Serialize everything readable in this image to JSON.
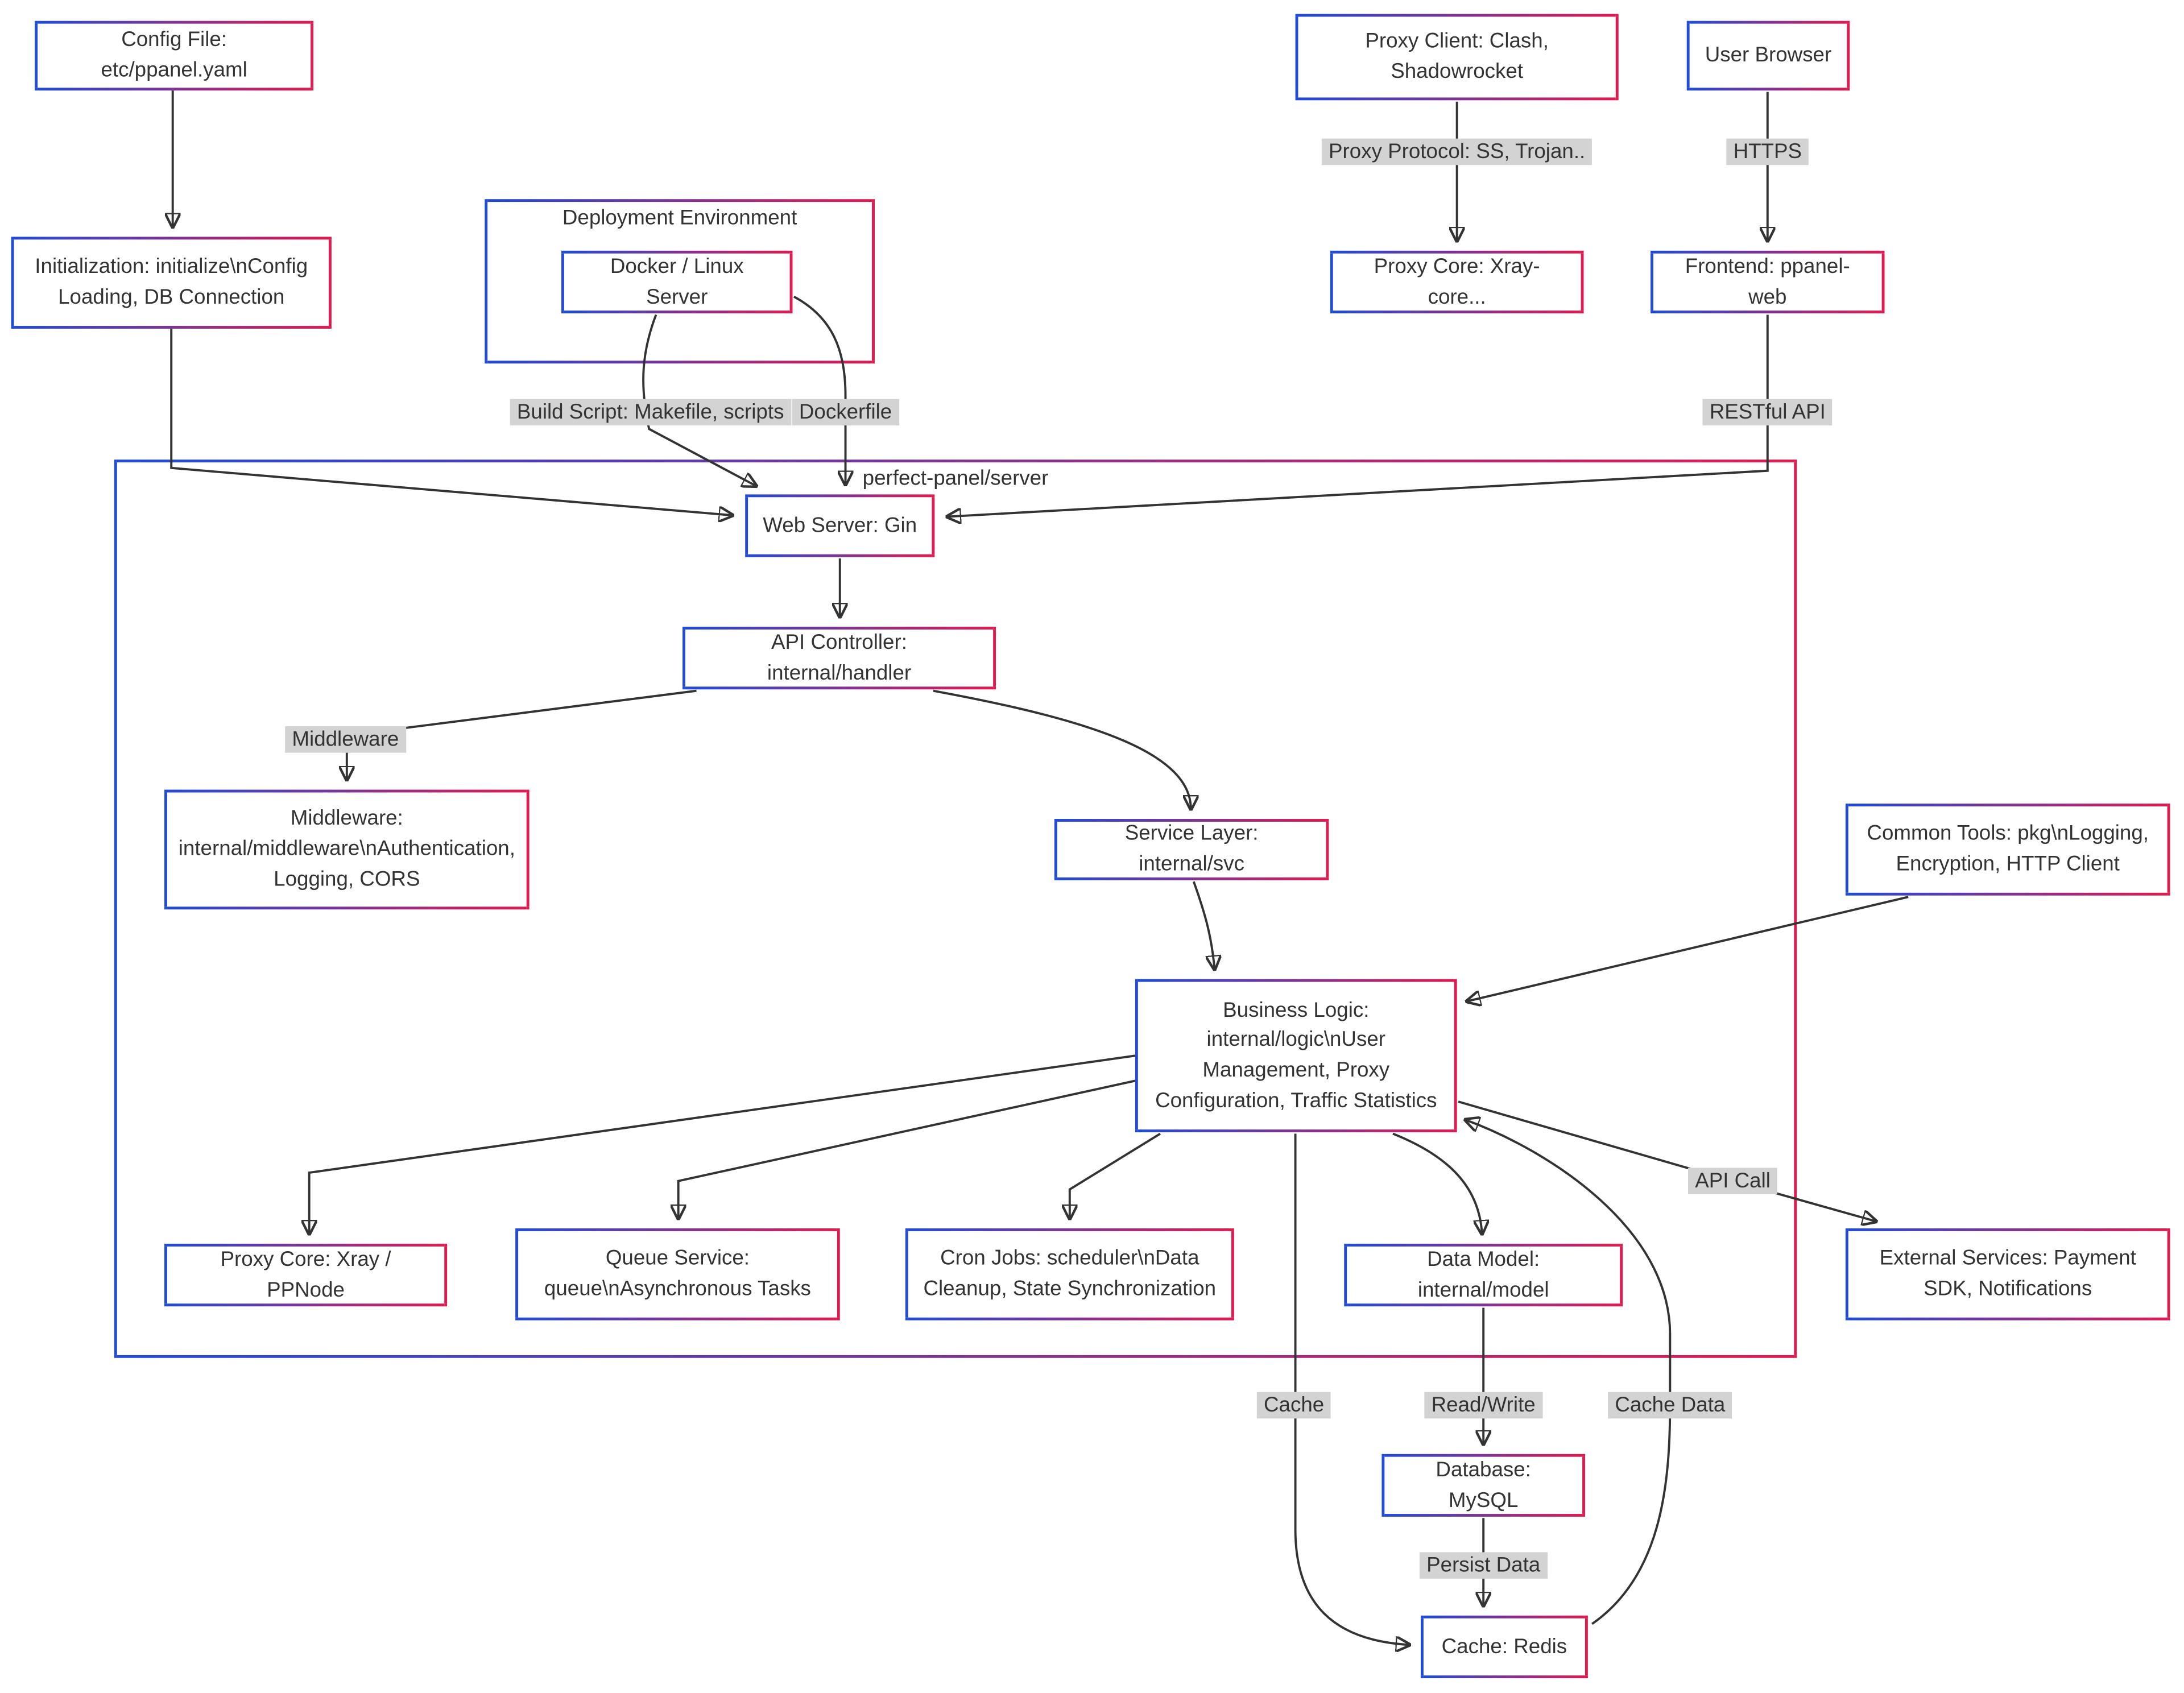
{
  "diagram": {
    "title": "perfect-panel/server architecture",
    "colors": {
      "border_start": "#1f4bd8",
      "border_end": "#e01a4f",
      "edge": "#333333",
      "label_bg": "#d3d3d3",
      "text": "#333333"
    },
    "nodes": {
      "config_file": {
        "label": "Config File: etc/ppanel.yaml"
      },
      "initialization": {
        "label": "Initialization: initialize\\nConfig Loading, DB Connection"
      },
      "deployment_env": {
        "label": "Deployment Environment"
      },
      "docker": {
        "label": "Docker / Linux Server"
      },
      "proxy_client": {
        "label": "Proxy Client: Clash, Shadowrocket"
      },
      "proxy_core_xray": {
        "label": "Proxy Core: Xray-core..."
      },
      "user_browser": {
        "label": "User Browser"
      },
      "frontend": {
        "label": "Frontend: ppanel-web"
      },
      "server_container": {
        "label": "perfect-panel/server"
      },
      "web_server": {
        "label": "Web Server: Gin"
      },
      "api_controller": {
        "label": "API Controller: internal/handler"
      },
      "middleware": {
        "label": "Middleware: internal/middleware\\nAuthentication, Logging, CORS"
      },
      "service_layer": {
        "label": "Service Layer: internal/svc"
      },
      "common_tools": {
        "label": "Common Tools: pkg\\nLogging, Encryption, HTTP Client"
      },
      "business_logic": {
        "label": "Business Logic: internal/logic\\nUser Management, Proxy Configuration, Traffic Statistics"
      },
      "proxy_core_node": {
        "label": "Proxy Core: Xray / PPNode"
      },
      "queue_service": {
        "label": "Queue Service: queue\\nAsynchronous Tasks"
      },
      "cron_jobs": {
        "label": "Cron Jobs: scheduler\\nData Cleanup, State Synchronization"
      },
      "data_model": {
        "label": "Data Model: internal/model"
      },
      "external_services": {
        "label": "External Services: Payment SDK, Notifications"
      },
      "database_mysql": {
        "label": "Database: MySQL"
      },
      "cache_redis": {
        "label": "Cache: Redis"
      }
    },
    "edge_labels": {
      "proxy_protocol": "Proxy Protocol: SS, Trojan..",
      "https": "HTTPS",
      "build_script": "Build Script: Makefile, scripts",
      "dockerfile": "Dockerfile",
      "restful_api": "RESTful API",
      "middleware": "Middleware",
      "api_call": "API Call",
      "cache": "Cache",
      "read_write": "Read/Write",
      "cache_data": "Cache Data",
      "persist_data": "Persist Data"
    },
    "edges": [
      {
        "from": "config_file",
        "to": "initialization",
        "label": ""
      },
      {
        "from": "initialization",
        "to": "web_server",
        "label": ""
      },
      {
        "from": "docker",
        "to": "web_server",
        "label": "Build Script: Makefile, scripts"
      },
      {
        "from": "docker",
        "to": "web_server",
        "label": "Dockerfile"
      },
      {
        "from": "proxy_client",
        "to": "proxy_core_xray",
        "label": "Proxy Protocol: SS, Trojan.."
      },
      {
        "from": "user_browser",
        "to": "frontend",
        "label": "HTTPS"
      },
      {
        "from": "frontend",
        "to": "web_server",
        "label": "RESTful API"
      },
      {
        "from": "web_server",
        "to": "api_controller",
        "label": ""
      },
      {
        "from": "api_controller",
        "to": "middleware",
        "label": "Middleware"
      },
      {
        "from": "api_controller",
        "to": "service_layer",
        "label": ""
      },
      {
        "from": "service_layer",
        "to": "business_logic",
        "label": ""
      },
      {
        "from": "common_tools",
        "to": "business_logic",
        "label": ""
      },
      {
        "from": "business_logic",
        "to": "proxy_core_node",
        "label": ""
      },
      {
        "from": "business_logic",
        "to": "queue_service",
        "label": ""
      },
      {
        "from": "business_logic",
        "to": "cron_jobs",
        "label": ""
      },
      {
        "from": "business_logic",
        "to": "data_model",
        "label": ""
      },
      {
        "from": "business_logic",
        "to": "external_services",
        "label": "API Call"
      },
      {
        "from": "cache_redis",
        "to": "business_logic",
        "label": "Cache Data"
      },
      {
        "from": "business_logic",
        "to": "cache_redis",
        "label": "Cache"
      },
      {
        "from": "data_model",
        "to": "database_mysql",
        "label": "Read/Write"
      },
      {
        "from": "database_mysql",
        "to": "cache_redis",
        "label": "Persist Data"
      }
    ]
  }
}
